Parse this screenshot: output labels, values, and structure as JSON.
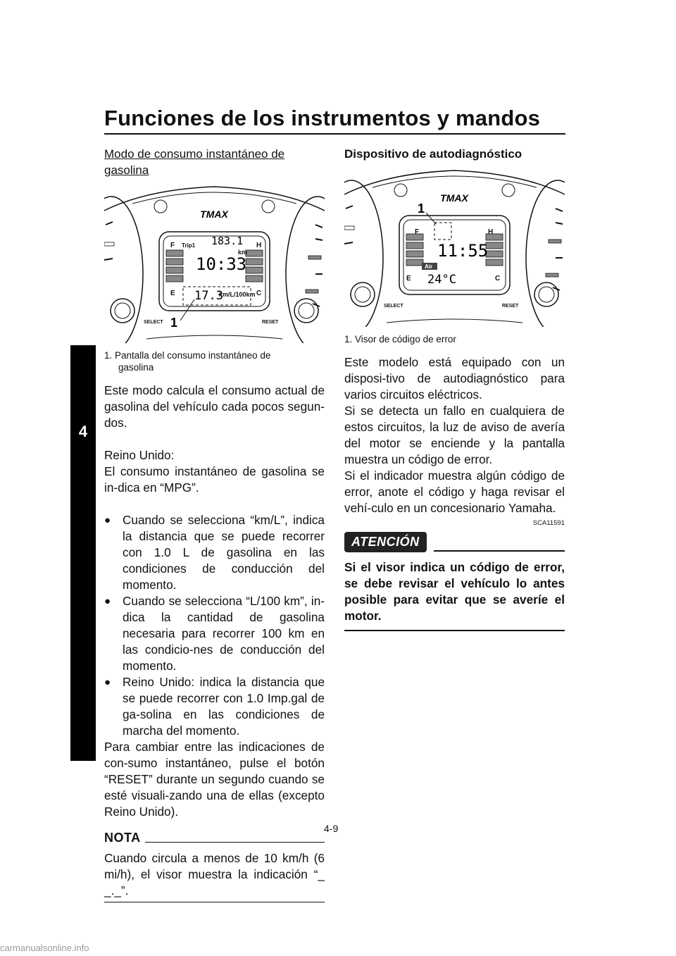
{
  "header": {
    "title": "Funciones de los instrumentos y mandos"
  },
  "chapter_tab": "4",
  "left": {
    "subhead": "Modo de consumo instantáneo de gasolina",
    "figure": {
      "brand": "TMAX",
      "fuel_full": "F",
      "fuel_empty": "E",
      "temp_hot": "H",
      "temp_cold": "C",
      "trip_label": "Trip1",
      "trip_value": "183.1",
      "trip_unit": "km",
      "clock": "10:33",
      "consumption_value": "17.3",
      "consumption_unit": "km/L/100km",
      "select_label": "SELECT",
      "reset_label": "RESET",
      "callout": "1"
    },
    "caption_line1": "1.  Pantalla del consumo instantáneo de",
    "caption_line2": "gasolina",
    "p1": "Este modo calcula el consumo actual de gasolina del vehículo cada pocos segun-dos.",
    "p2a": "Reino Unido:",
    "p2b": "El consumo instantáneo de gasolina se in-dica en “MPG”.",
    "bullets": [
      "Cuando se selecciona “km/L”, indica la distancia que se puede recorrer con 1.0 L de gasolina en las condiciones de conducción del momento.",
      "Cuando se selecciona “L/100 km”, in-dica la cantidad de gasolina necesaria para recorrer 100 km en las condicio-nes de conducción del momento.",
      "Reino Unido: indica la distancia que se puede recorrer con 1.0 Imp.gal de ga-solina en las condiciones de marcha del momento."
    ],
    "p3": "Para cambiar entre las indicaciones de con-sumo instantáneo, pulse el botón “RESET” durante un segundo cuando se esté visuali-zando una de ellas (excepto Reino Unido).",
    "nota_label": "NOTA",
    "nota_text": "Cuando circula a menos de 10 km/h (6 mi/h), el visor muestra la indicación “_ _._”."
  },
  "right": {
    "subhead": "Dispositivo de autodiagnóstico",
    "figure": {
      "brand": "TMAX",
      "fuel_full": "F",
      "fuel_empty": "E",
      "temp_hot": "H",
      "temp_cold": "C",
      "clock": "11:55",
      "air_label": "Air",
      "air_temp": "24°C",
      "select_label": "SELECT",
      "reset_label": "RESET",
      "callout": "1"
    },
    "caption": "1.  Visor de código de error",
    "p1": "Este modelo está equipado con un disposi-tivo de autodiagnóstico para varios circuitos eléctricos.",
    "p2": "Si se detecta un fallo en cualquiera de estos circuitos, la luz de aviso de avería del motor se enciende y la pantalla muestra un código de error.",
    "p3": "Si el indicador muestra algún código de error, anote el código y haga revisar el vehí-culo en un concesionario Yamaha.",
    "code": "SCA11591",
    "atencion_label": "ATENCIÓN",
    "atencion_text": "Si el visor indica un código de error, se debe revisar el vehículo lo antes posible para evitar que se averíe el motor."
  },
  "page_number": "4-9",
  "watermark": "carmanualsonline.info"
}
